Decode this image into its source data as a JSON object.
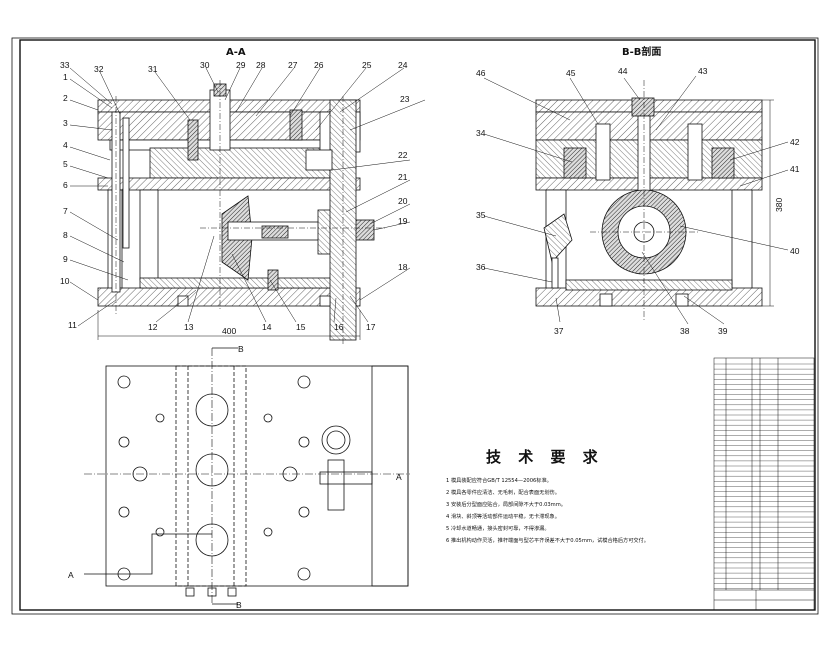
{
  "section_aa": {
    "title": "A-A",
    "width_dim": "400"
  },
  "section_bb": {
    "title": "B-B剖面",
    "height_dim": "380"
  },
  "part_labels_aa": [
    "33",
    "1",
    "2",
    "3",
    "4",
    "5",
    "6",
    "7",
    "8",
    "9",
    "10",
    "11",
    "32",
    "31",
    "30",
    "29",
    "28",
    "27",
    "26",
    "25",
    "24",
    "23",
    "22",
    "21",
    "20",
    "19",
    "18",
    "17",
    "16",
    "15",
    "14",
    "13",
    "12"
  ],
  "part_labels_bb": [
    "46",
    "45",
    "44",
    "43",
    "34",
    "42",
    "41",
    "35",
    "40",
    "36",
    "37",
    "38",
    "39"
  ],
  "plan_view": {
    "cut_a": "A",
    "cut_b": "B",
    "cut_a_right": "A"
  },
  "tech_requirements": {
    "title": "技 术 要 求",
    "items": [
      "1  模具装配应符合GB/T 12554—2006标准。",
      "2  模具各零件应清洁、无毛刺，配合表面无划伤。",
      "3  安装后分型面应贴合，局部间隙不大于0.03mm。",
      "4  滑块、斜顶等活动部件运动平稳，无卡滞现象。",
      "5  冷却水道畅通，接头密封可靠，不得渗漏。",
      "6  推出机构动作灵活，推杆端面与型芯平齐误差不大于0.05mm，试模合格后方可交付。"
    ]
  }
}
